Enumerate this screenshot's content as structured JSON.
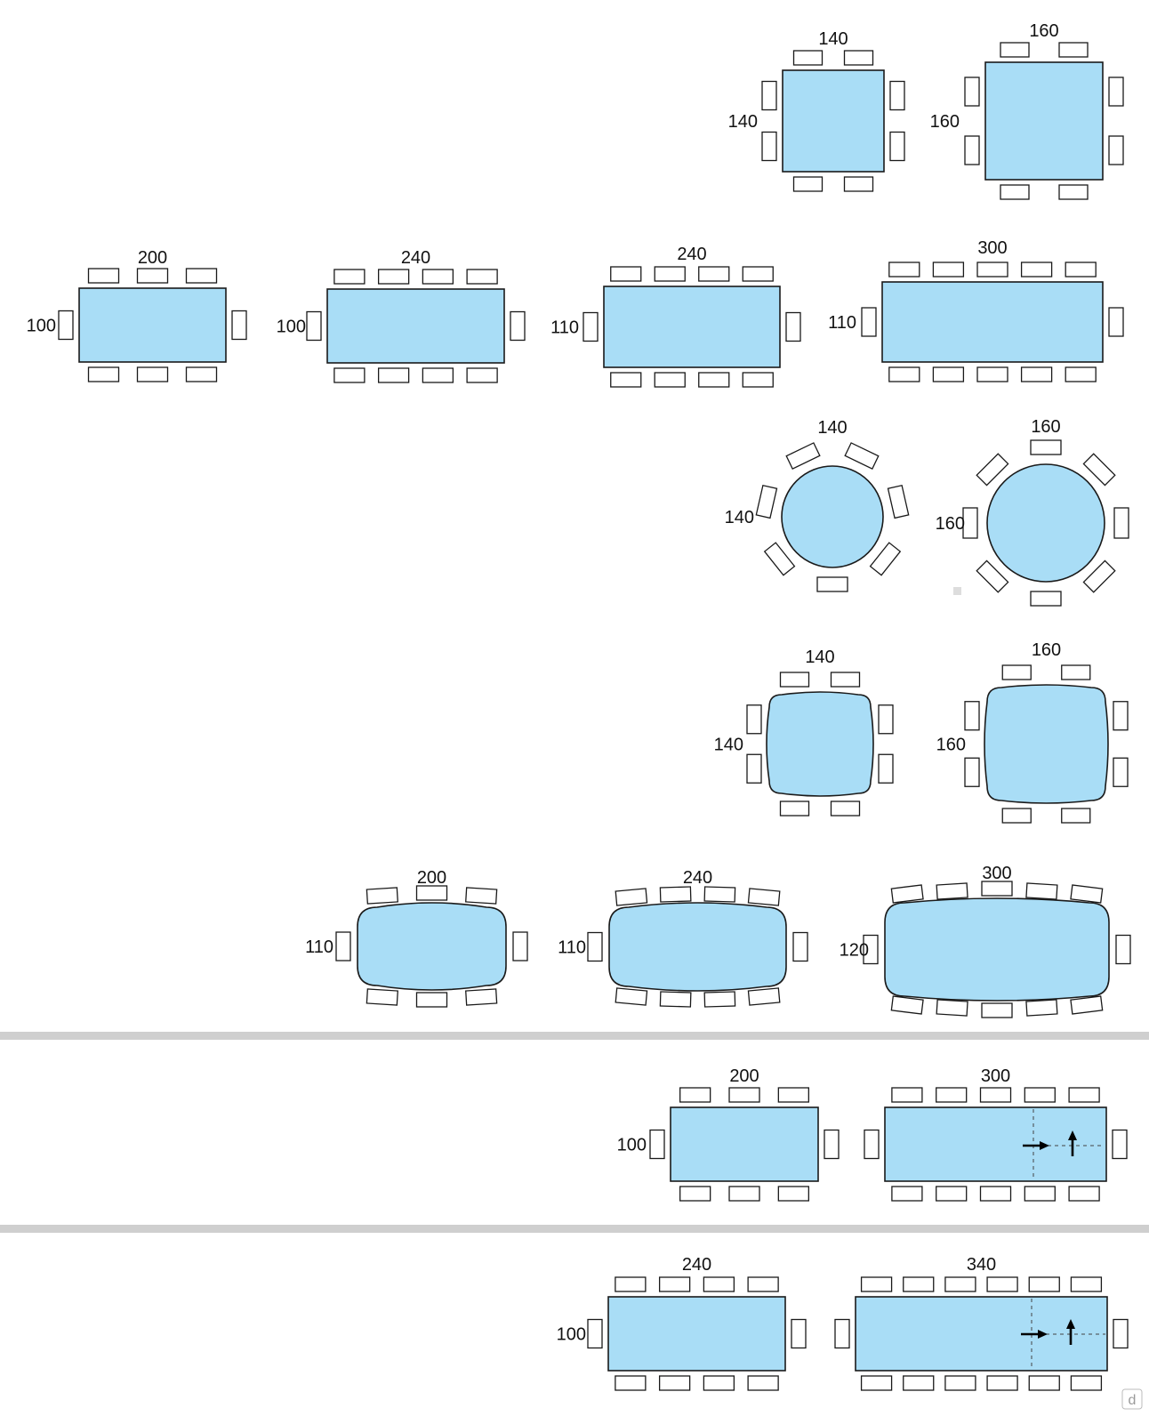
{
  "colors": {
    "table_fill": "#a9ddf6",
    "outline": "#1a1a1a",
    "divider": "#cfcfcf",
    "arrow": "#000000"
  },
  "logo_text": "d",
  "tables": [
    {
      "id": "square-140",
      "shape": "square",
      "width_label": "140",
      "depth_label": "140"
    },
    {
      "id": "square-160",
      "shape": "square",
      "width_label": "160",
      "depth_label": "160"
    },
    {
      "id": "rect-200x100",
      "shape": "rectangle",
      "width_label": "200",
      "depth_label": "100"
    },
    {
      "id": "rect-240x100",
      "shape": "rectangle",
      "width_label": "240",
      "depth_label": "100"
    },
    {
      "id": "rect-240x110",
      "shape": "rectangle",
      "width_label": "240",
      "depth_label": "110"
    },
    {
      "id": "rect-300x110",
      "shape": "rectangle",
      "width_label": "300",
      "depth_label": "110"
    },
    {
      "id": "round-140",
      "shape": "round",
      "width_label": "140",
      "depth_label": "140"
    },
    {
      "id": "round-160",
      "shape": "round",
      "width_label": "160",
      "depth_label": "160"
    },
    {
      "id": "rounded-square-140",
      "shape": "rounded-square",
      "width_label": "140",
      "depth_label": "140"
    },
    {
      "id": "rounded-square-160",
      "shape": "rounded-square",
      "width_label": "160",
      "depth_label": "160"
    },
    {
      "id": "barrel-200x110",
      "shape": "barrel",
      "width_label": "200",
      "depth_label": "110"
    },
    {
      "id": "barrel-240x110",
      "shape": "barrel",
      "width_label": "240",
      "depth_label": "110"
    },
    {
      "id": "barrel-300x120",
      "shape": "barrel",
      "width_label": "300",
      "depth_label": "120"
    },
    {
      "id": "ext1-closed",
      "shape": "rectangle",
      "width_label": "200",
      "depth_label": "100"
    },
    {
      "id": "ext1-open",
      "shape": "extended",
      "width_label": "300",
      "depth_label": ""
    },
    {
      "id": "ext2-closed",
      "shape": "rectangle",
      "width_label": "240",
      "depth_label": "100"
    },
    {
      "id": "ext2-open",
      "shape": "extended",
      "width_label": "340",
      "depth_label": ""
    }
  ]
}
